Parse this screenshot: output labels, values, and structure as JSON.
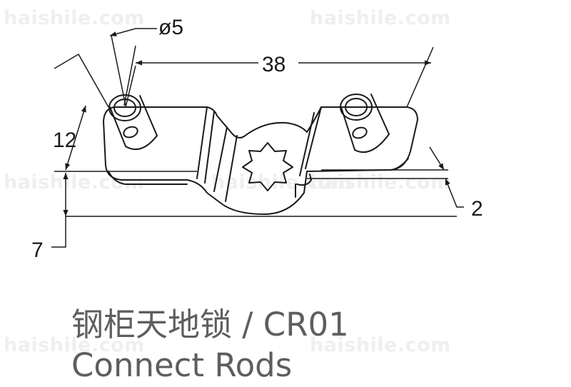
{
  "watermark": "haishile.com",
  "dimensions": {
    "diameter": "ø5",
    "spacing": "38",
    "height": "12",
    "offset": "7",
    "thickness": "2"
  },
  "caption": {
    "line1": "钢柜天地锁 / CR01",
    "line2": "Connect Rods"
  },
  "colors": {
    "line": "#1a1a1a",
    "caption": "#5e5e5e",
    "watermark": "#eef0f0"
  }
}
